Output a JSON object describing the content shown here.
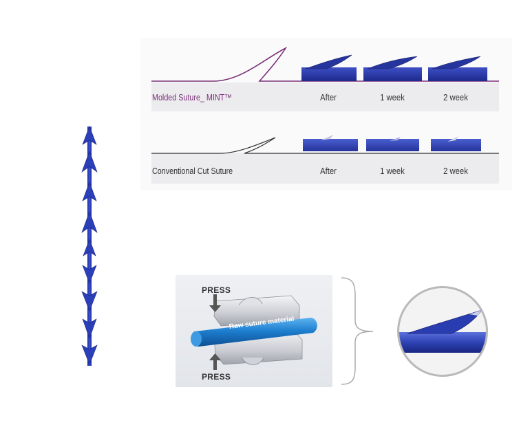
{
  "comparison": {
    "molded": {
      "label": "Molded Suture_ MINT™",
      "label_color": "#7a2f78",
      "columns": [
        "After",
        "1 week",
        "2 week"
      ]
    },
    "conventional": {
      "label": "Conventional Cut Suture",
      "label_color": "#333333",
      "columns": [
        "After",
        "1 week",
        "2 week"
      ]
    }
  },
  "press_diagram": {
    "top_label": "PRESS",
    "bottom_label": "PRESS",
    "rod_label": "Raw suture material"
  },
  "colors": {
    "suture_blue": "#2a3fb8",
    "band_gray": "#ececef",
    "accent_purple": "#7a2f78",
    "rod_blue": "#1e7fd0"
  }
}
